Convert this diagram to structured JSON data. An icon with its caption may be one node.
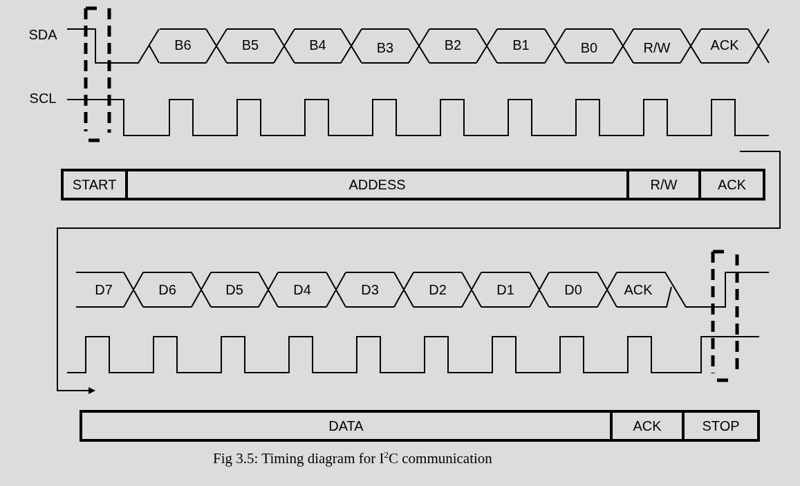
{
  "diagram": {
    "caption": "Fig 3.5: Timing diagram for I$^{2}$C communication",
    "labels": [
      "SDA",
      "SCL",
      "B6",
      "B5",
      "B4",
      "B3",
      "B2",
      "B1",
      "B0",
      "R/W",
      "ACK",
      "START",
      "ADDESS",
      "R/W",
      "ACK",
      "D7",
      "D6",
      "D5",
      "D4",
      "D3",
      "D2",
      "D1",
      "D0",
      "ACK",
      "DATA",
      "ACK",
      "STOP"
    ]
  }
}
